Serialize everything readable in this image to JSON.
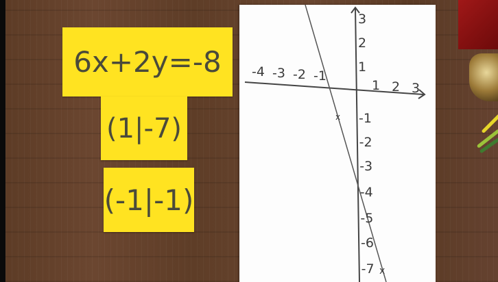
{
  "cards": {
    "equation": "6x+2y=-8",
    "point_a": "(1|-7)",
    "point_b": "(-1|-1)"
  },
  "graph": {
    "x_ticks": [
      "-4",
      "-3",
      "-2",
      "-1",
      "1",
      "2",
      "3"
    ],
    "y_ticks_pos": [
      "3",
      "2",
      "1"
    ],
    "y_ticks_neg": [
      "-1",
      "-2",
      "-3",
      "-4",
      "-5",
      "-6",
      "-7"
    ]
  },
  "colors": {
    "card": "#ffe321",
    "paper": "#fdfdfd",
    "ink": "#3a3a3a",
    "wood": "#6b4630"
  }
}
